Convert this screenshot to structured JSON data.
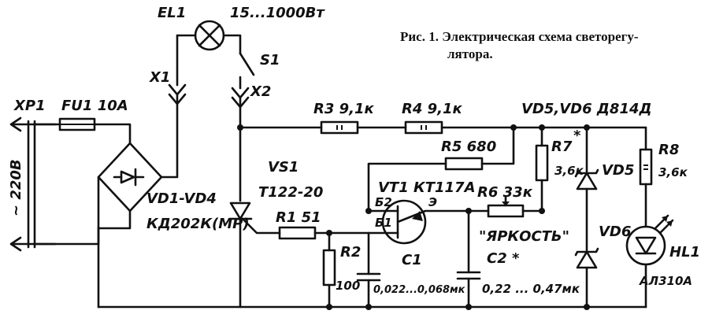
{
  "caption": {
    "line1": "Рис. 1. Электрическая схема светорегу-",
    "line2": "лятора."
  },
  "labels": {
    "el1": "EL1",
    "lamp_power": "15...1000Вт",
    "s1": "S1",
    "x1": "X1",
    "x2": "X2",
    "xp1": "XP1",
    "fu1": "FU1 10A",
    "mains": "~ 220В",
    "vd1_vd4": "VD1-VD4",
    "vd_type": "КД202К(МР)",
    "r3": "R3 9,1к",
    "r4": "R4 9,1к",
    "vd5_vd6": "VD5,VD6 Д814Д",
    "vs1": "VS1",
    "vs1_type": "Т122-20",
    "r5": "R5 680",
    "r7": "R7",
    "r7_star": "*",
    "r7_value": "3,6к",
    "vd5": "VD5",
    "r8": "R8",
    "r8_value": "3,6к",
    "vt1": "VT1 КТ117А",
    "b2": "Б2",
    "b1": "Б1",
    "e": "Э",
    "r6": "R6 33к",
    "r1": "R1 51",
    "brightness": "\"ЯРКОСТЬ\"",
    "c2": "C2 *",
    "vd6": "VD6",
    "hl1": "HL1",
    "r2": "R2",
    "r2_value": "100",
    "c1": "C1",
    "c1_value": "0,022...0,068мк",
    "c2_value": "0,22 ... 0,47мк",
    "hl1_type": "АЛ310А"
  }
}
